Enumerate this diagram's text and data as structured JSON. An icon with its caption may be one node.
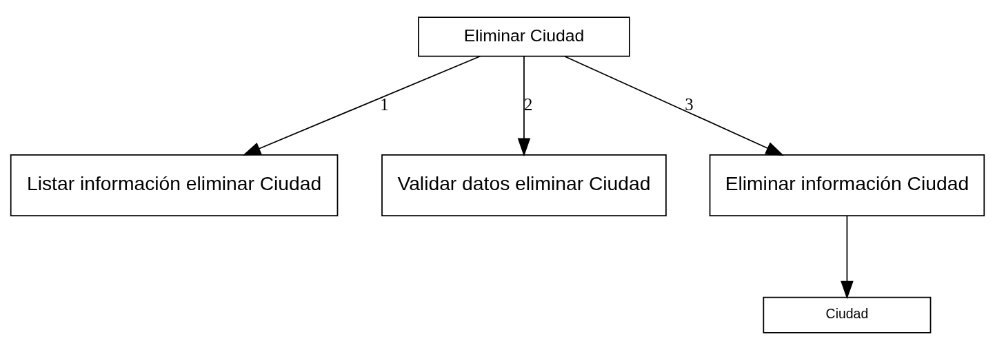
{
  "diagram": {
    "nodes": [
      {
        "text": [
          "Eliminar Ciudad"
        ]
      },
      {
        "text": [
          "Listar información eliminar Ciudad"
        ]
      },
      {
        "text": [
          "Validar datos eliminar Ciudad"
        ]
      },
      {
        "text": [
          "Eliminar información Ciudad"
        ]
      },
      {
        "text": [
          "Ciudad"
        ]
      }
    ],
    "edges": [
      {
        "from": 0,
        "to": 1,
        "arrow": "to",
        "label": "1"
      },
      {
        "from": 0,
        "to": 2,
        "arrow": "to",
        "label": "2"
      },
      {
        "from": 0,
        "to": 3,
        "arrow": "to",
        "label": "3"
      },
      {
        "from": 3,
        "to": 4,
        "arrow": "to"
      }
    ]
  }
}
